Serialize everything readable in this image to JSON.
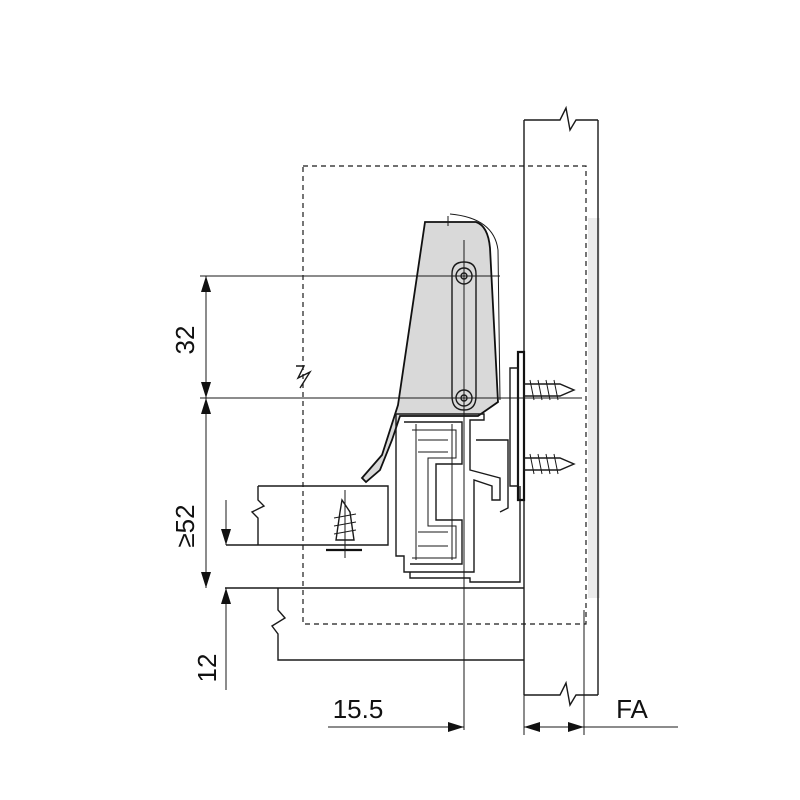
{
  "diagram": {
    "dimensions": {
      "d32": "32",
      "d52": "≥52",
      "d12": "12",
      "d155": "15.5",
      "fa": "FA"
    }
  }
}
